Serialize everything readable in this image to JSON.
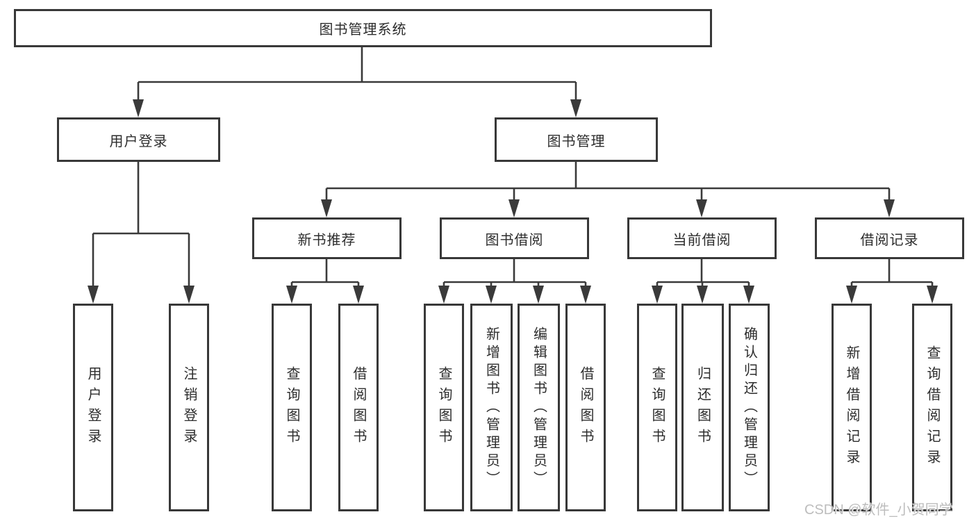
{
  "diagram": {
    "root": "图书管理系统",
    "level2": {
      "user_login": "用户登录",
      "book_management": "图书管理"
    },
    "level3": {
      "new_book_recommend": "新书推荐",
      "book_borrow": "图书借阅",
      "current_borrow": "当前借阅",
      "borrow_records": "借阅记录"
    },
    "leaves": {
      "user_login": "用户登录",
      "user_logout": "注销登录",
      "rec_query_books": "查询图书",
      "rec_borrow_books": "借阅图书",
      "bb_query_books": "查询图书",
      "bb_add_books": "新增图书（管理员）",
      "bb_edit_books": "编辑图书（管理员）",
      "bb_borrow_books": "借阅图书",
      "cb_query_books": "查询图书",
      "cb_return_books": "归还图书",
      "cb_confirm_return": "确认归还（管理员）",
      "br_add_record": "新增借阅记录",
      "br_query_record": "查询借阅记录"
    }
  },
  "watermark": "CSDN @软件_小贺同学",
  "colors": {
    "line": "#3a3a3a",
    "border": "#383838",
    "text": "#2d2d2d",
    "watermark": "#bdbdbd",
    "background": "#ffffff"
  }
}
